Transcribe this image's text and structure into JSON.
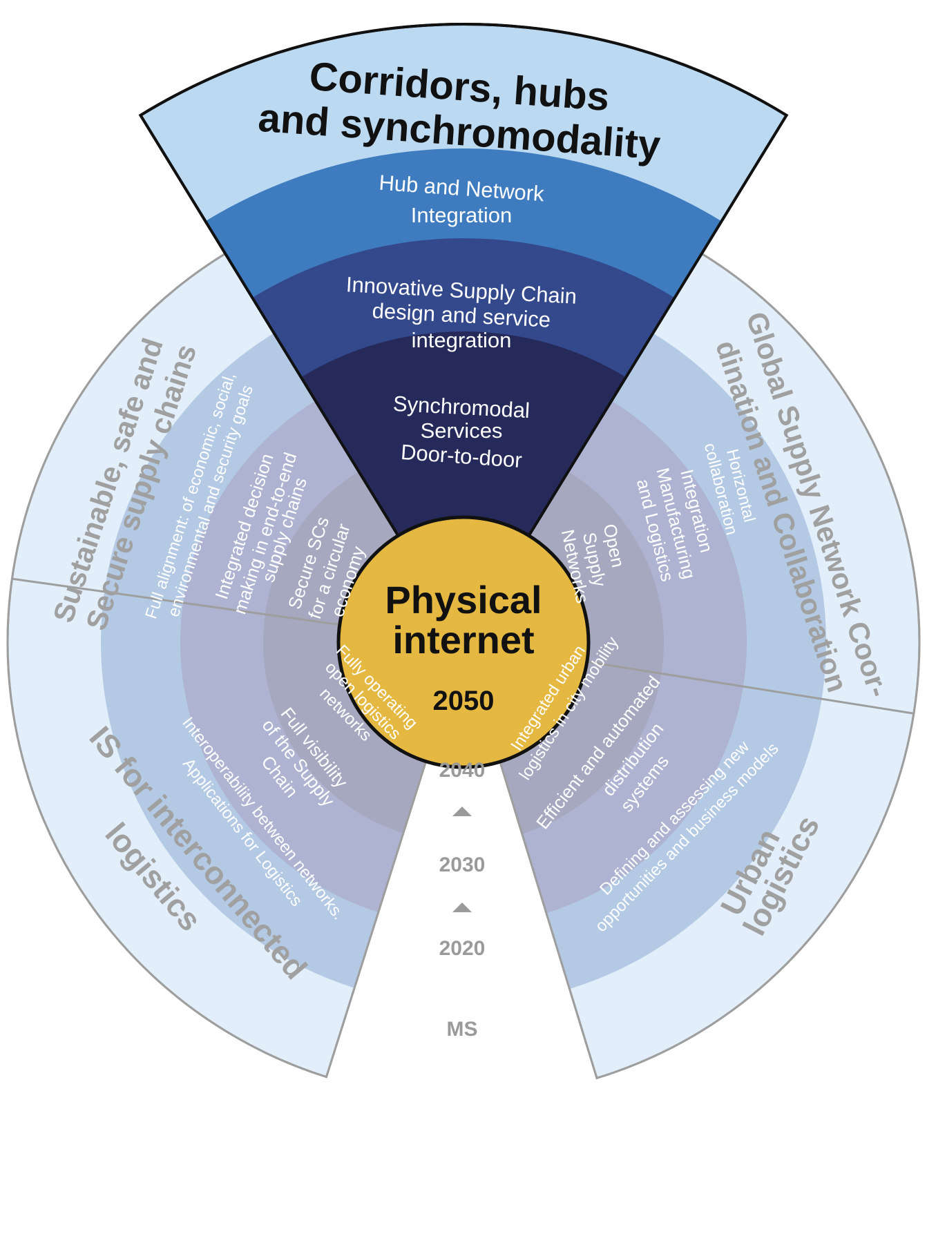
{
  "center": {
    "title_line1": "Physical",
    "title_line2": "internet",
    "year": "2050",
    "fill_color": "#e4b841"
  },
  "timeline": {
    "labels": [
      "2040",
      "2030",
      "2020",
      "MS"
    ]
  },
  "sectors": {
    "corridors": {
      "title_line1": "Corridors, hubs",
      "title_line2": "and synchromodality",
      "ring1_line1": "Hub and Network",
      "ring1_line2": "Integration",
      "ring2_line1": "Innovative Supply Chain",
      "ring2_line2": "design and service",
      "ring2_line3": "integration",
      "ring3_line1": "Synchromodal",
      "ring3_line2": "Services",
      "ring3_line3": "Door-to-door",
      "colors": [
        "#bcd9f2",
        "#3f7bbf",
        "#33498c",
        "#262a5a"
      ]
    },
    "global": {
      "title_line1": "Global Supply Network Coor-",
      "title_line2": "dination and Collaboration",
      "ring1_line1": "Horizontal",
      "ring1_line2": "collaboration",
      "ring2_line1": "Integration",
      "ring2_line2": "Manufacturing",
      "ring2_line3": "and Logistics",
      "ring3_line1": "Open",
      "ring3_line2": "Supply",
      "ring3_line3": "Networks"
    },
    "urban": {
      "title_line1": "Urban",
      "title_line2": "logistics",
      "ring1_line1": "Defining and assessing new",
      "ring1_line2": "opportunities and business models",
      "ring2_line1": "Efficient and automated",
      "ring2_line2": "distribution",
      "ring2_line3": "systems",
      "ring3_line1": "Integrated urban",
      "ring3_line2": "logistics in city mobility"
    },
    "is": {
      "title_line1": "IS for interconnected",
      "title_line2": "logistics",
      "ring1_line1": "Interoperability between networks.",
      "ring1_line2": "Applications for Logistics",
      "ring2_line1": "Full visibility",
      "ring2_line2": "of the Supply",
      "ring2_line3": "Chain",
      "ring3_line1": "Fully operating",
      "ring3_line2": "open logistics",
      "ring3_line3": "networks"
    },
    "sustainable": {
      "title_line1": "Sustainable, safe and",
      "title_line2": "Secure supply chains",
      "ring1_line1": "Full alignment: of economic, social,",
      "ring1_line2": "environmental and security goals",
      "ring2_line1": "Integrated decision",
      "ring2_line2": "making in end-to-end",
      "ring2_line3": "supply chains",
      "ring3_line1": "Secure SCs",
      "ring3_line2": "for a circular",
      "ring3_line3": "economy"
    }
  },
  "palette": {
    "side_outer": "#e2eef9",
    "side_ring1": "#b3c9e4",
    "side_ring2": "#adb3d0",
    "side_ring3": "#a6a8bf",
    "border_gray": "#9e9e9e"
  }
}
